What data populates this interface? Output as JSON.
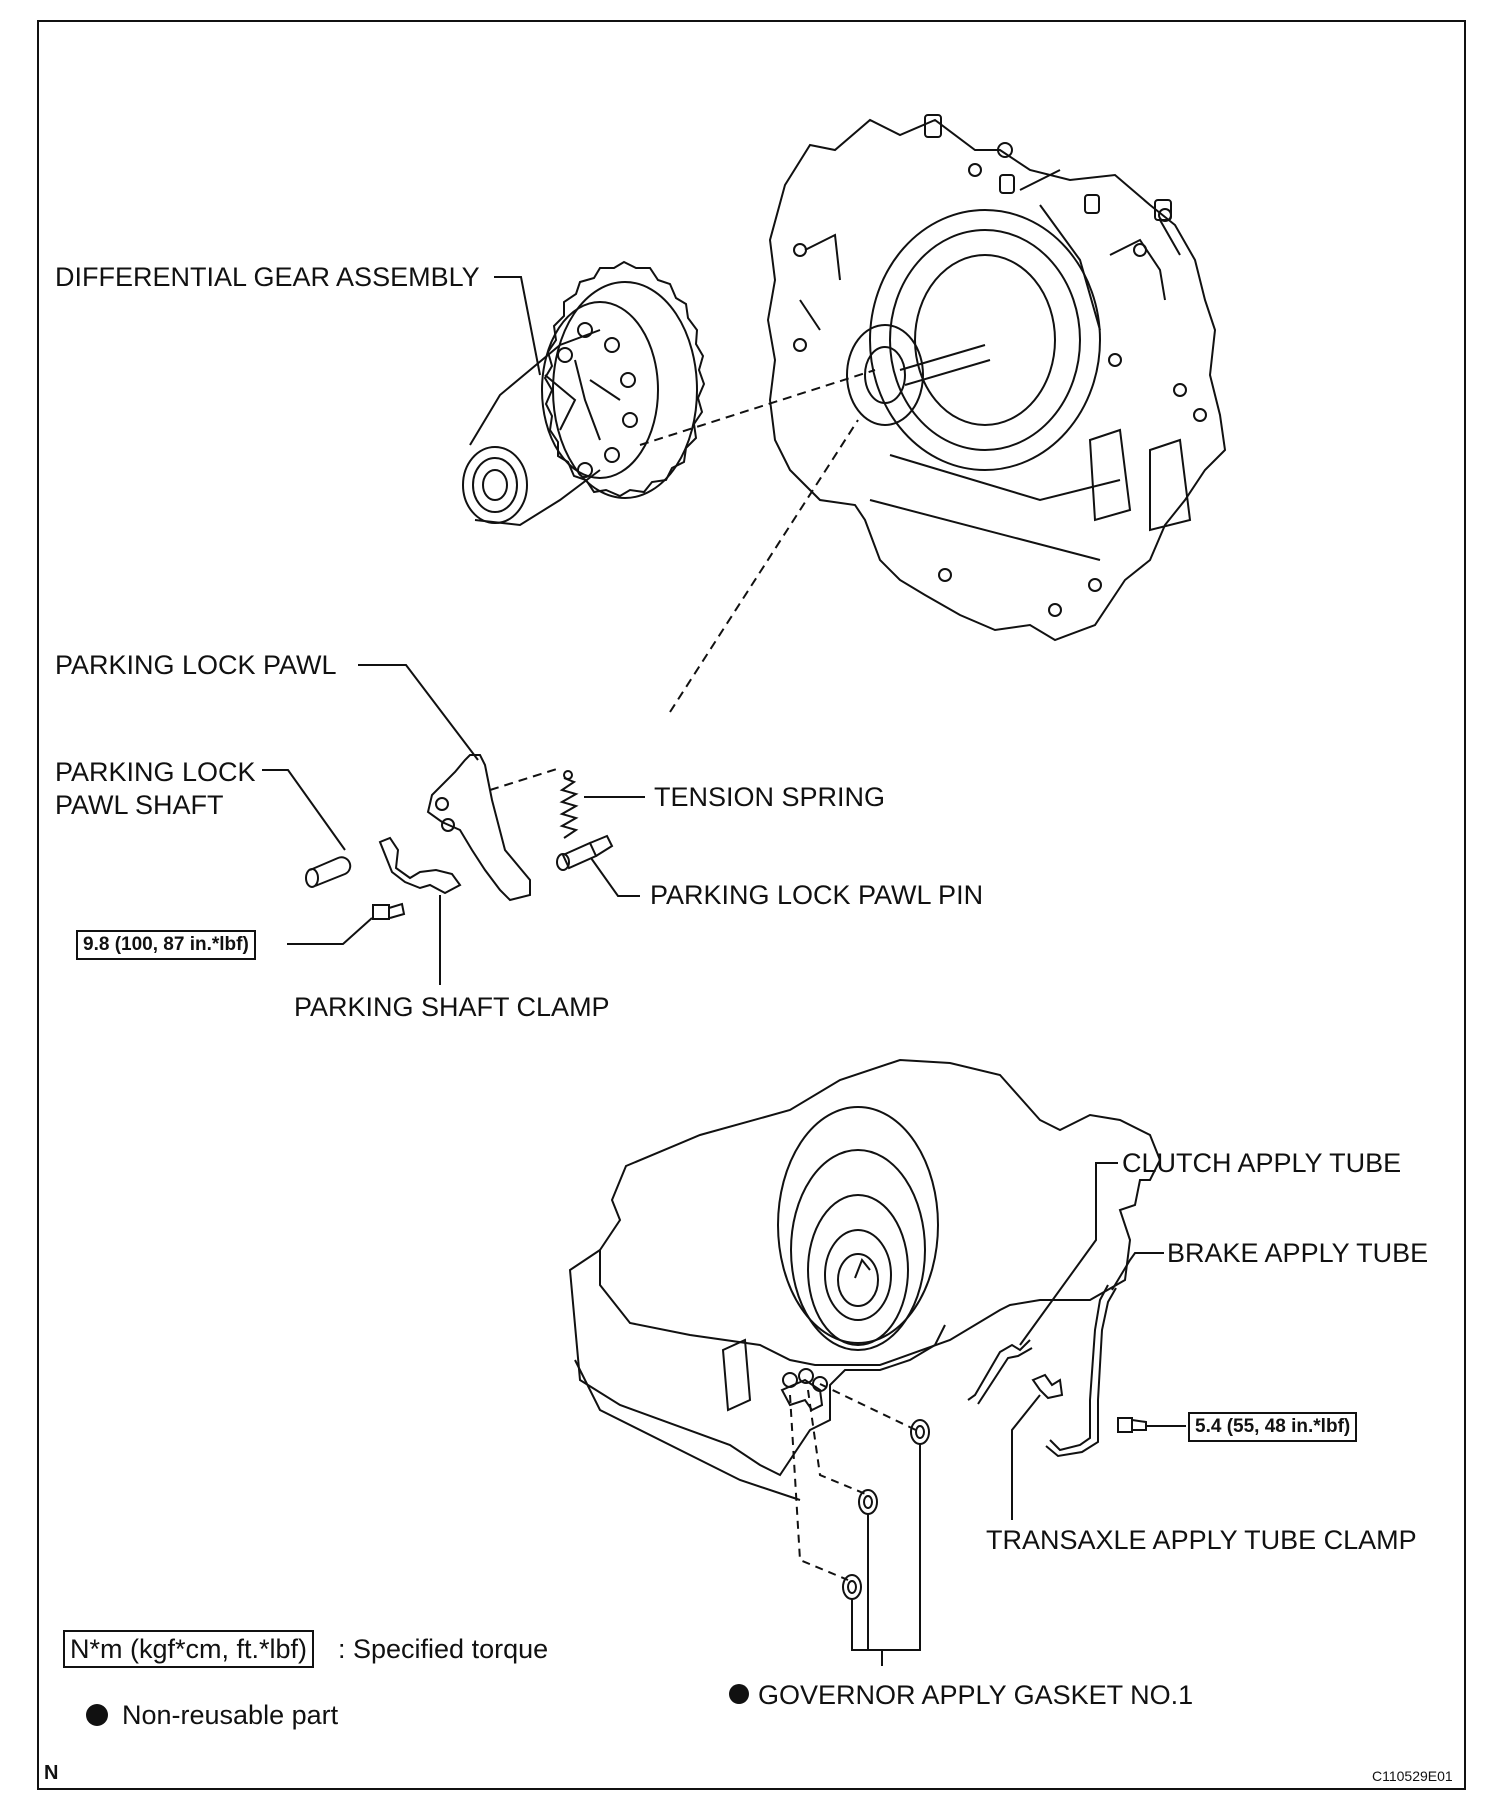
{
  "labels": {
    "differential_gear_assembly": "DIFFERENTIAL GEAR ASSEMBLY",
    "parking_lock_pawl": "PARKING LOCK PAWL",
    "parking_lock_pawl_shaft_line1": "PARKING LOCK",
    "parking_lock_pawl_shaft_line2": "PAWL SHAFT",
    "tension_spring": "TENSION SPRING",
    "parking_lock_pawl_pin": "PARKING LOCK PAWL PIN",
    "parking_shaft_clamp": "PARKING SHAFT CLAMP",
    "clutch_apply_tube": "CLUTCH APPLY TUBE",
    "brake_apply_tube": "BRAKE APPLY TUBE",
    "transaxle_apply_tube_clamp": "TRANSAXLE APPLY TUBE CLAMP",
    "governor_apply_gasket": "GOVERNOR APPLY GASKET NO.1"
  },
  "torque": {
    "parking_shaft_clamp_bolt": "9.8 (100, 87 in.*lbf)",
    "tube_clamp_bolt": "5.4 (55, 48 in.*lbf)"
  },
  "legend": {
    "torque_unit": "N*m (kgf*cm, ft.*lbf)",
    "torque_desc": ": Specified torque",
    "non_reusable": "Non-reusable part"
  },
  "corner_letter": "N",
  "figure_code": "C110529E01"
}
